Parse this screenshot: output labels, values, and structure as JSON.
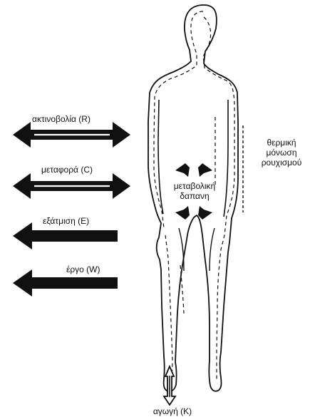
{
  "labels": {
    "radiation": "ακτινοβολία (R)",
    "convection": "μεταφορά (C)",
    "evaporation": "εξάτμιση (E)",
    "work": "έργο (W)",
    "clothing_insulation_line1": "θερμική",
    "clothing_insulation_line2": "μόνωση",
    "clothing_insulation_line3": "ρουχισμού",
    "metabolic_line1": "μεταβολική",
    "metabolic_line2": "δαπανη",
    "conduction": "αγωγή (K)"
  },
  "icons": {
    "radiation_arrow": "double-arrow",
    "convection_arrow": "double-arrow",
    "evaporation_arrow": "left-arrow",
    "work_arrow": "left-arrow",
    "metabolic_arrows": "four-direction-arrows",
    "conduction_arrow": "vertical-double-arrow"
  },
  "colors": {
    "ink": "#111111",
    "background": "#ffffff"
  }
}
